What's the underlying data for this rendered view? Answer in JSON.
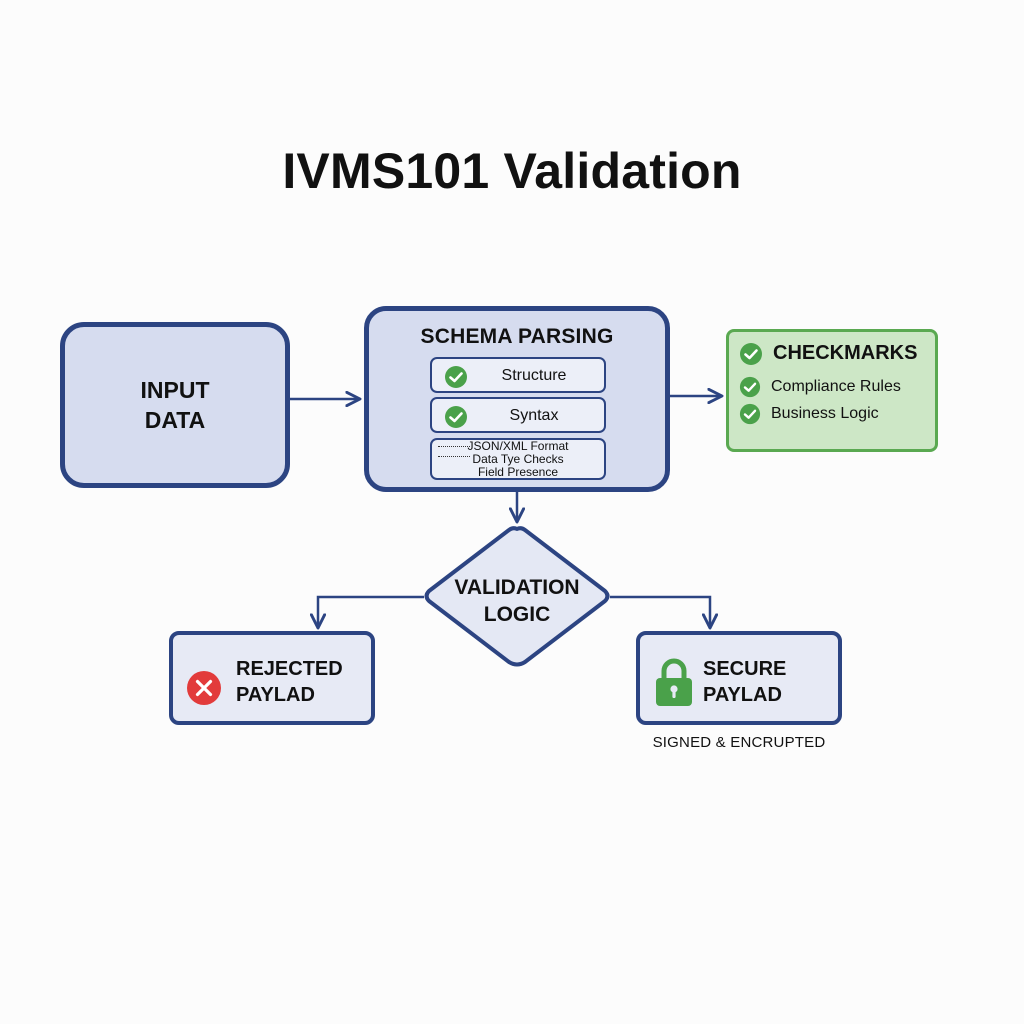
{
  "title": "IVMS101 Validation",
  "input": {
    "line1": "INPUT",
    "line2": "DATA"
  },
  "schema": {
    "title": "SCHEMA PARSING",
    "rows": [
      "Structure",
      "Syntax"
    ],
    "list": [
      "JSON/XML Format",
      "Data Tye Checks",
      "Field Presence"
    ]
  },
  "checkmarks": {
    "title": "CHECKMARKS",
    "items": [
      "Compliance Rules",
      "Business Logic"
    ]
  },
  "decision": {
    "line1": "VALIDATION",
    "line2": "LOGIC"
  },
  "rejected": {
    "line1": "REJECTED",
    "line2": "PAYLAD"
  },
  "secure": {
    "line1": "SECURE",
    "line2": "PAYLAD",
    "caption": "SIGNED & ENCRUPTED"
  },
  "colors": {
    "box_border": "#2c4482",
    "box_fill": "#d6dcef",
    "success": "#4aa14a",
    "success_fill": "#cde7c6",
    "error": "#e23b3b"
  },
  "icons": {
    "check": "check-circle-icon",
    "reject": "x-circle-icon",
    "lock": "lock-icon",
    "arrow": "arrow-icon"
  }
}
